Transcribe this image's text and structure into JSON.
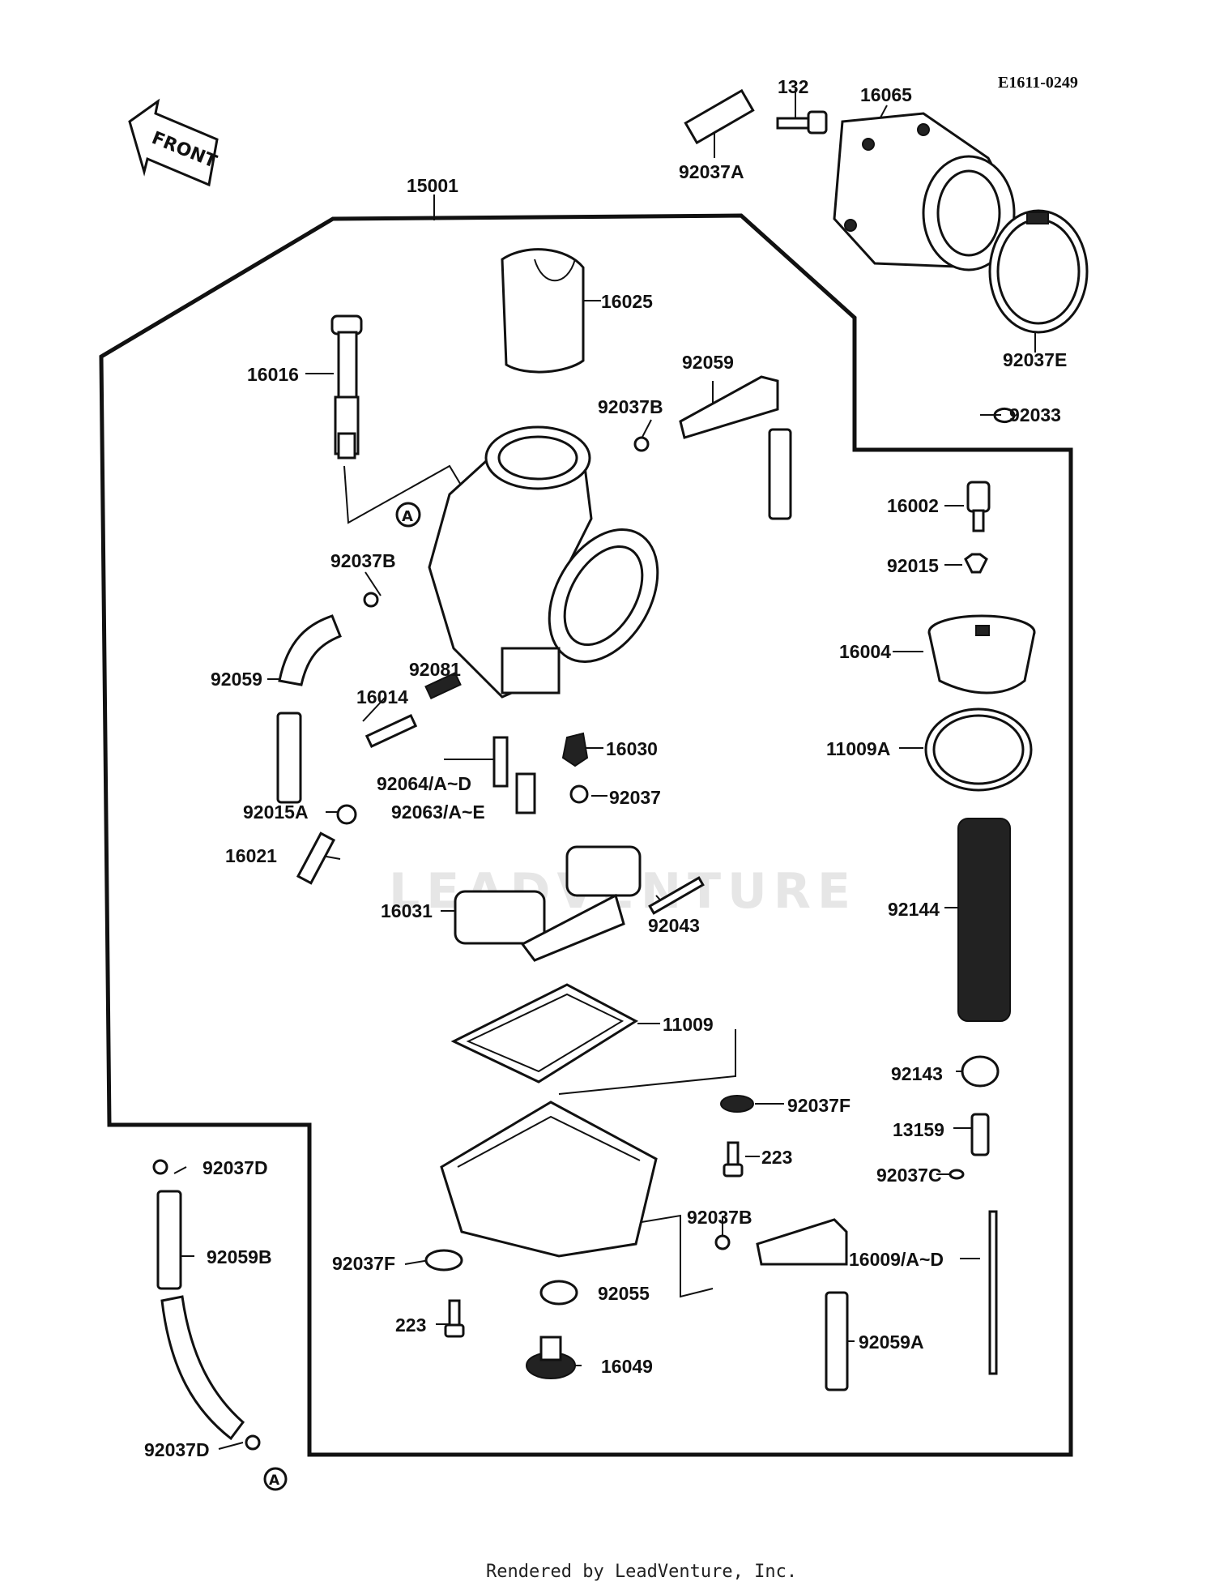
{
  "diagram": {
    "code": "E1611-0249",
    "front_label": "FRONT",
    "watermark": "LEADVENTURE",
    "footer": "Rendered by LeadVenture, Inc.",
    "ref_marker": "A",
    "colors": {
      "line": "#111111",
      "background": "#ffffff",
      "watermark": "#e6e6e6"
    }
  },
  "parts": {
    "p132": "132",
    "p16065": "16065",
    "p92037A": "92037A",
    "p15001": "15001",
    "p16025": "16025",
    "p16016": "16016",
    "p92037E": "92037E",
    "p92033": "92033",
    "p92059_top": "92059",
    "p92037B_top": "92037B",
    "p16002": "16002",
    "p92015": "92015",
    "p92037B_left": "92037B",
    "p16004": "16004",
    "p92059_left": "92059",
    "p92081": "92081",
    "p16014": "16014",
    "p16030": "16030",
    "p11009A": "11009A",
    "p92064": "92064/A~D",
    "p92015A": "92015A",
    "p92063": "92063/A~E",
    "p92037": "92037",
    "p16021": "16021",
    "p92144": "92144",
    "p16031": "16031",
    "p92043": "92043",
    "p11009": "11009",
    "p92143": "92143",
    "p92037F_right": "92037F",
    "p13159": "13159",
    "p223_right": "223",
    "p92037C": "92037C",
    "p92037D_top": "92037D",
    "p92037B_bottom": "92037B",
    "p92059B": "92059B",
    "p92037F_left": "92037F",
    "p16009": "16009/A~D",
    "p92055": "92055",
    "p223_left": "223",
    "p92059A": "92059A",
    "p16049": "16049",
    "p92037D_bottom": "92037D"
  }
}
